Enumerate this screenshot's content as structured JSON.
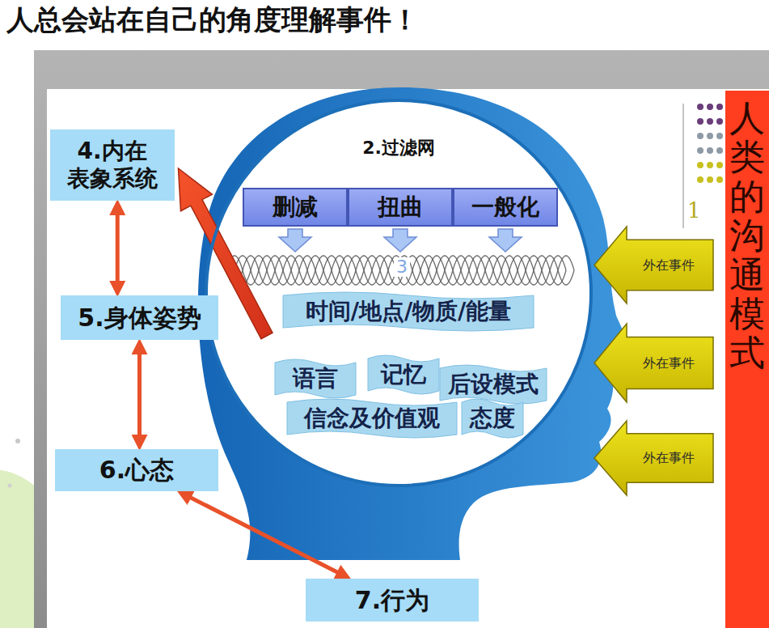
{
  "diagram": {
    "title": "人总会站在自己的角度理解事件！",
    "nodes": [
      {
        "text": [
          "4.内在 表象系统"
        ]
      },
      {
        "text": [
          "2.过滤网"
        ]
      },
      {
        "text": [
          "删减"
        ],
        "in": 1
      },
      {
        "text": [
          "扭曲"
        ],
        "in": 1
      },
      {
        "text": [
          "一般化"
        ],
        "in": 1
      },
      {
        "text": [
          "时间/地点/物质/能量"
        ],
        "in": 1
      },
      {
        "text": [
          "语言"
        ],
        "in": 1
      },
      {
        "text": [
          "记忆"
        ],
        "in": 1
      },
      {
        "text": [
          "后设模式"
        ],
        "in": 1
      },
      {
        "text": [
          "信念及价值观"
        ],
        "in": 1
      },
      {
        "text": [
          "态度"
        ],
        "in": 1
      },
      {
        "text": [
          "5.身体姿势"
        ]
      },
      {
        "text": [
          "6.心态"
        ]
      },
      {
        "text": [
          "7.行为"
        ]
      },
      {
        "text": [
          "外在事件"
        ]
      },
      {
        "text": [
          "外在事件"
        ]
      },
      {
        "text": [
          "外在事件"
        ]
      },
      {
        "text": [
          "人类的沟通模式"
        ]
      }
    ],
    "edges": [
      {
        "from": 0,
        "to": 11,
        "arrow": "both"
      },
      {
        "from": 11,
        "to": 12,
        "arrow": "both"
      },
      {
        "from": 12,
        "to": 13,
        "arrow": "both"
      },
      {
        "from": 1,
        "to": 0,
        "arrow": "to"
      }
    ],
    "labels": [
      "1",
      "3"
    ]
  }
}
